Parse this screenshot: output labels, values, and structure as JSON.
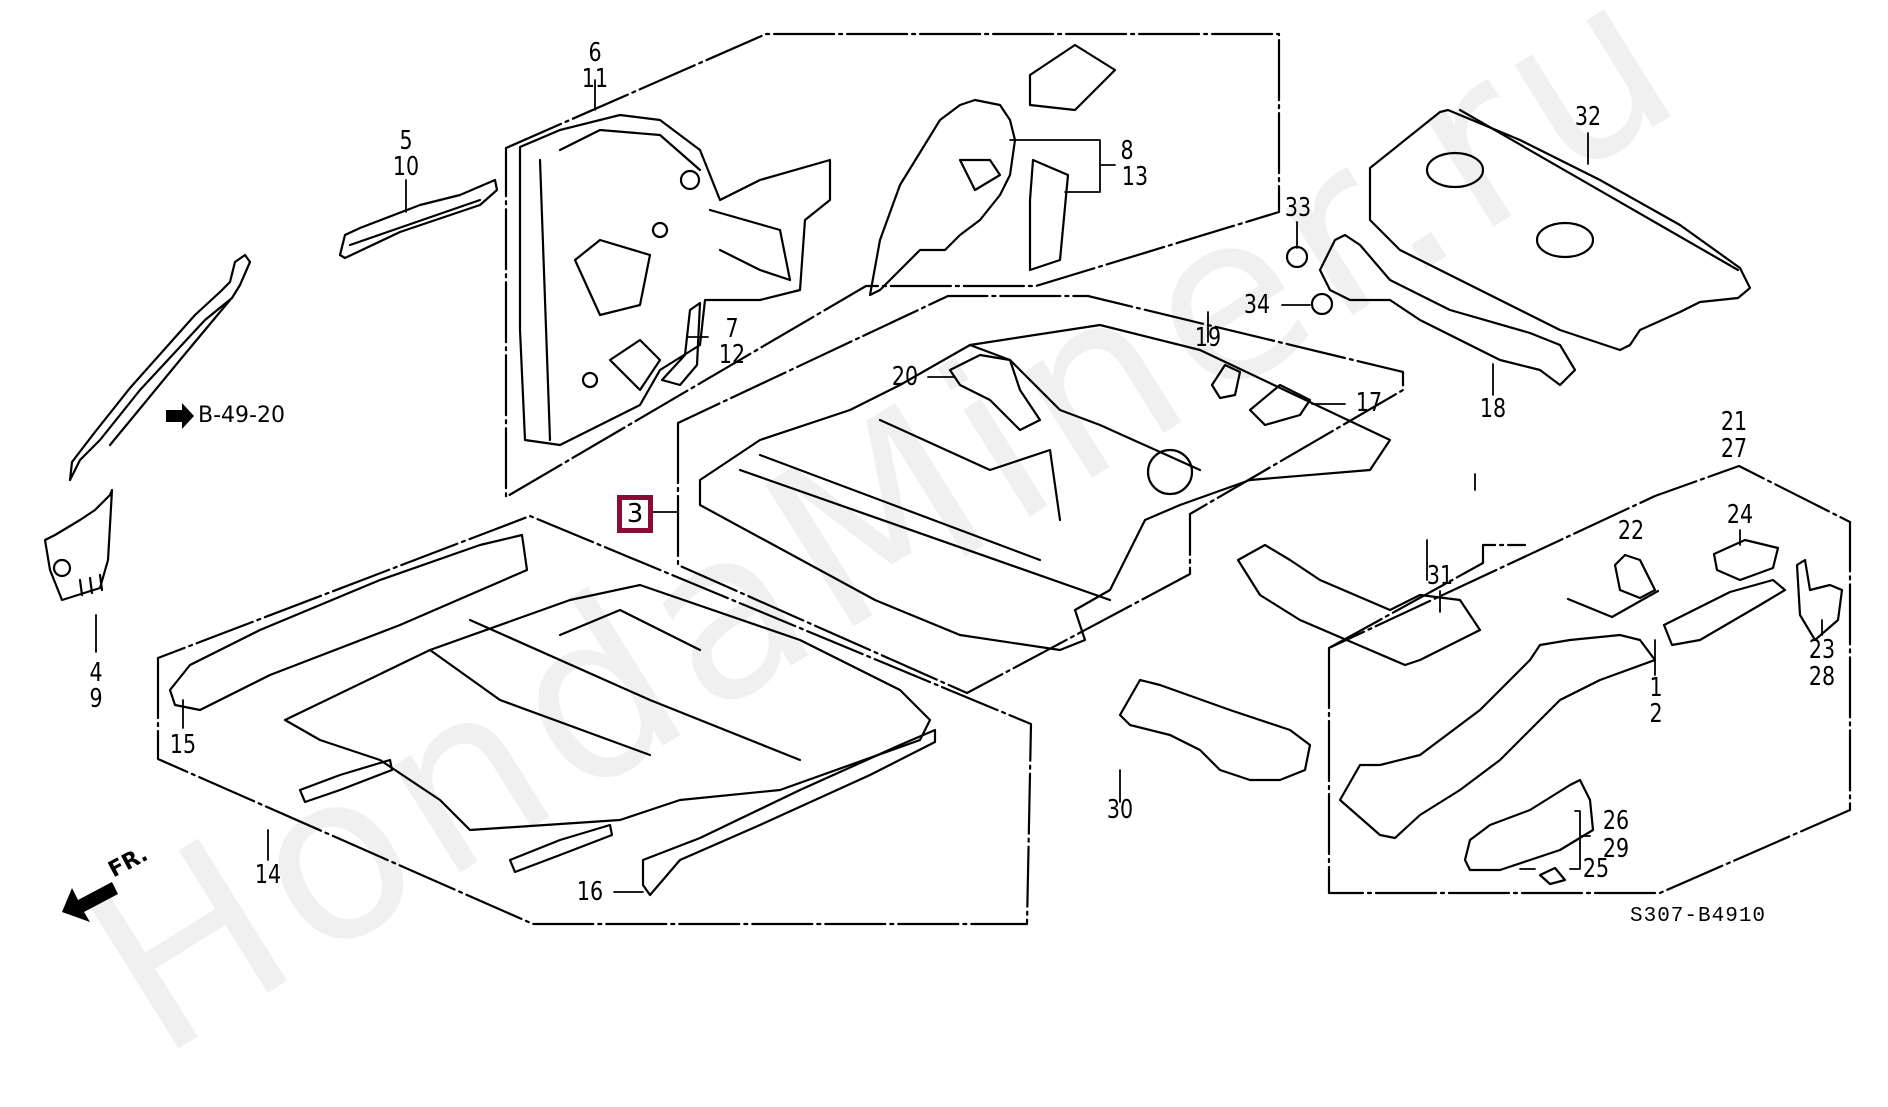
{
  "diagram": {
    "title": "Floor / Inner Panel parts diagram",
    "diagram_code": "S307-B4910",
    "reference_link": "B-49-20",
    "front_indicator": "FR.",
    "watermark": "HondaMiner.ru",
    "highlight_color": "#8a0b34",
    "highlighted_part": "3",
    "callouts": [
      {
        "id": "c6-11",
        "lines": [
          "6",
          "11"
        ]
      },
      {
        "id": "c5-10",
        "lines": [
          "5",
          "10"
        ]
      },
      {
        "id": "c8-13",
        "lines": [
          "8",
          "13"
        ]
      },
      {
        "id": "c7-12",
        "lines": [
          "7",
          "12"
        ]
      },
      {
        "id": "c4-9",
        "lines": [
          "4",
          "9"
        ]
      },
      {
        "id": "c32",
        "lines": [
          "32"
        ]
      },
      {
        "id": "c33",
        "lines": [
          "33"
        ]
      },
      {
        "id": "c34",
        "lines": [
          "34"
        ]
      },
      {
        "id": "c18",
        "lines": [
          "18"
        ]
      },
      {
        "id": "c19",
        "lines": [
          "19"
        ]
      },
      {
        "id": "c20",
        "lines": [
          "20"
        ]
      },
      {
        "id": "c17",
        "lines": [
          "17"
        ]
      },
      {
        "id": "c3",
        "lines": [
          "3"
        ]
      },
      {
        "id": "c21-27",
        "lines": [
          "21",
          "27"
        ]
      },
      {
        "id": "c22",
        "lines": [
          "22"
        ]
      },
      {
        "id": "c24",
        "lines": [
          "24"
        ]
      },
      {
        "id": "c31",
        "lines": [
          "31"
        ]
      },
      {
        "id": "c23-28",
        "lines": [
          "23",
          "28"
        ]
      },
      {
        "id": "c1-2",
        "lines": [
          "1",
          "2"
        ]
      },
      {
        "id": "c15",
        "lines": [
          "15"
        ]
      },
      {
        "id": "c14",
        "lines": [
          "14"
        ]
      },
      {
        "id": "c16",
        "lines": [
          "16"
        ]
      },
      {
        "id": "c30",
        "lines": [
          "30"
        ]
      },
      {
        "id": "c26-29",
        "lines": [
          "26",
          "29"
        ]
      },
      {
        "id": "c25",
        "lines": [
          "25"
        ]
      }
    ]
  }
}
